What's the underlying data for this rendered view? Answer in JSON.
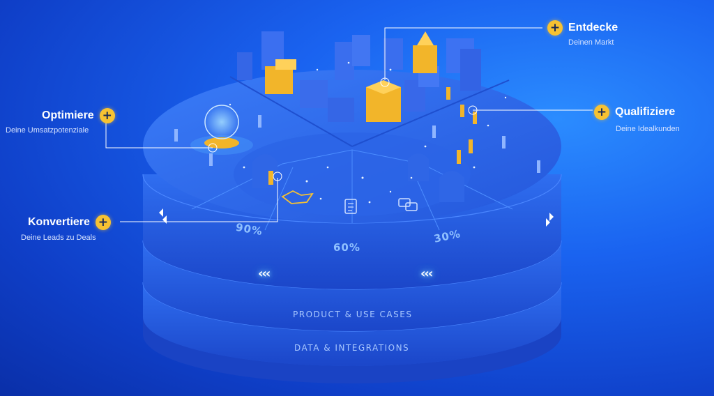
{
  "hotspots": {
    "entdecke": {
      "title": "Entdecke",
      "subtitle": "Deinen Markt"
    },
    "qualifiziere": {
      "title": "Qualifiziere",
      "subtitle": "Deine Idealkunden"
    },
    "optimiere": {
      "title": "Optimiere",
      "subtitle": "Deine Umsatzpotenziale"
    },
    "konvertiere": {
      "title": "Konvertiere",
      "subtitle": "Deine Leads zu Deals"
    }
  },
  "plus_symbol": "+",
  "percentages": {
    "left": "90%",
    "middle": "60%",
    "right": "30%"
  },
  "layers": {
    "product": "PRODUCT & USE CASES",
    "data": "DATA & INTEGRATIONS"
  },
  "chevrons": {
    "left": "‹‹‹",
    "right": "‹‹‹"
  },
  "colors": {
    "accent": "#f7c232",
    "background": "#1a63f0",
    "platform": "#2a5fe0"
  },
  "icons": [
    "handshake-icon",
    "document-icon",
    "chat-icon"
  ]
}
